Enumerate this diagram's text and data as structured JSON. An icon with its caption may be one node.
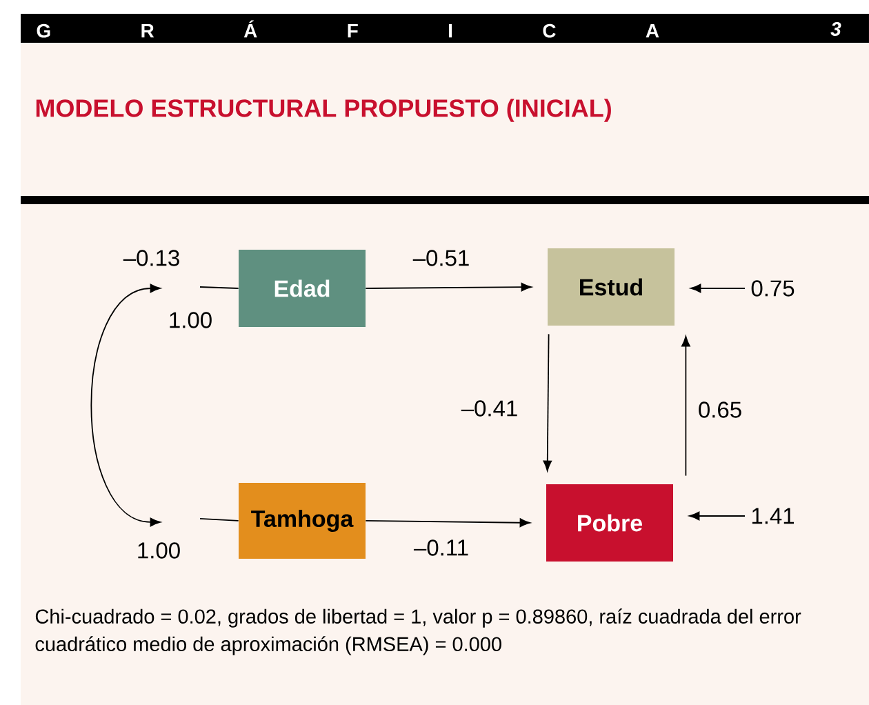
{
  "diagram": {
    "title": "MODELO ESTRUCTURAL PROPUESTO (INICIAL)",
    "caption": "Chi-cuadrado = 0.02, grados de libertad = 1, valor p = 0.89860, raíz cuadrada del error cuadrático medio de aproximación (RMSEA) = 0.000",
    "nodes": [
      {
        "text": [
          "Edad"
        ]
      },
      {
        "text": [
          "Estud"
        ]
      },
      {
        "text": [
          "Tamhoga"
        ]
      },
      {
        "text": [
          "Pobre"
        ]
      }
    ],
    "edges": [
      {
        "from": 0,
        "to": 1,
        "arrow": "to",
        "label": "–0.51"
      },
      {
        "from": 2,
        "to": 3,
        "arrow": "to",
        "label": "–0.11"
      },
      {
        "from": 1,
        "to": 3,
        "arrow": "to",
        "label": "–0.41"
      },
      {
        "from": 3,
        "to": 1,
        "arrow": "to",
        "label": "0.65"
      },
      {
        "from": null,
        "to": 1,
        "arrow": "to",
        "label": "0.75"
      },
      {
        "from": null,
        "to": 3,
        "arrow": "to",
        "label": "1.41"
      },
      {
        "from": null,
        "to": 0,
        "arrow": "none"
      },
      {
        "from": null,
        "to": 2,
        "arrow": "none"
      },
      {
        "from": 0,
        "to": 2,
        "arrow": "both"
      }
    ],
    "labels": [
      "GRÁFICA",
      "3",
      "–0.13",
      "1.00",
      "1.00"
    ]
  }
}
